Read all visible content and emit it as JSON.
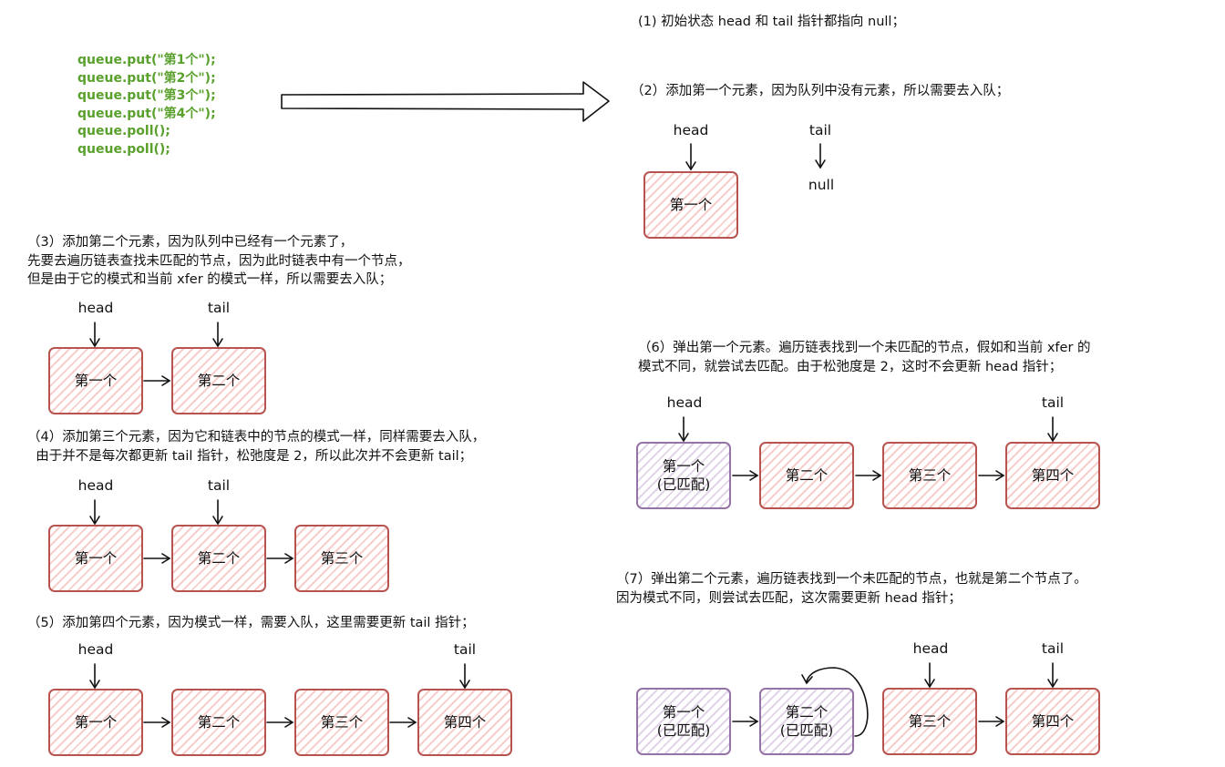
{
  "code": {
    "lines": [
      "queue.put(\"第1个\");",
      "queue.put(\"第2个\");",
      "queue.put(\"第3个\");",
      "queue.put(\"第4个\");",
      "queue.poll();",
      "queue.poll();"
    ],
    "color": "#5aa02c"
  },
  "colors": {
    "node_red_border": "#b85450",
    "node_red_fill": "#f8cecc",
    "node_purple_border": "#9673a6",
    "node_purple_fill": "#e1d5e7"
  },
  "labels": {
    "head": "head",
    "tail": "tail",
    "null": "null"
  },
  "steps": {
    "s1": {
      "caption": "(1) 初始状态 head 和 tail 指针都指向 null；"
    },
    "s2": {
      "caption": "（2）添加第一个元素，因为队列中没有元素，所以需要去入队；",
      "nodes": [
        {
          "label": "第一个",
          "matched": ""
        }
      ]
    },
    "s3": {
      "caption": "（3）添加第二个元素，因为队列中已经有一个元素了，\n先要去遍历链表查找未匹配的节点，因为此时链表中有一个节点，\n但是由于它的模式和当前 xfer 的模式一样，所以需要去入队；",
      "nodes": [
        {
          "label": "第一个",
          "matched": ""
        },
        {
          "label": "第二个",
          "matched": ""
        }
      ]
    },
    "s4": {
      "caption": "（4）添加第三个元素，因为它和链表中的节点的模式一样，同样需要去入队，\n  由于并不是每次都更新 tail 指针，松弛度是 2，所以此次并不会更新 tail；",
      "nodes": [
        {
          "label": "第一个",
          "matched": ""
        },
        {
          "label": "第二个",
          "matched": ""
        },
        {
          "label": "第三个",
          "matched": ""
        }
      ]
    },
    "s5": {
      "caption": "（5）添加第四个元素，因为模式一样，需要入队，这里需要更新 tail 指针；",
      "nodes": [
        {
          "label": "第一个",
          "matched": ""
        },
        {
          "label": "第二个",
          "matched": ""
        },
        {
          "label": "第三个",
          "matched": ""
        },
        {
          "label": "第四个",
          "matched": ""
        }
      ]
    },
    "s6": {
      "caption": "（6）弹出第一个元素。遍历链表找到一个未匹配的节点，假如和当前 xfer 的\n模式不同，就尝试去匹配。由于松弛度是 2，这时不会更新 head 指针；",
      "nodes": [
        {
          "label": "第一个",
          "matched": "(已匹配)"
        },
        {
          "label": "第二个",
          "matched": ""
        },
        {
          "label": "第三个",
          "matched": ""
        },
        {
          "label": "第四个",
          "matched": ""
        }
      ]
    },
    "s7": {
      "caption": "（7）弹出第二个元素，遍历链表找到一个未匹配的节点，也就是第二个节点了。\n因为模式不同，则尝试去匹配，这次需要更新 head 指针；",
      "nodes": [
        {
          "label": "第一个",
          "matched": "(已匹配)"
        },
        {
          "label": "第二个",
          "matched": "(已匹配)"
        },
        {
          "label": "第三个",
          "matched": ""
        },
        {
          "label": "第四个",
          "matched": ""
        }
      ]
    }
  }
}
